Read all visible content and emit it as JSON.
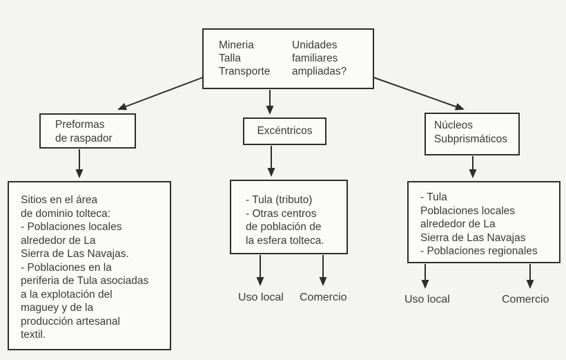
{
  "diagram": {
    "root": {
      "activities": "Mineria\nTalla\nTransporte",
      "question": "Unidades\nfamiliares\nampliadas?"
    },
    "products": {
      "preformas": "Preformas\nde raspador",
      "excentricos": "Excéntricos",
      "nucleos": "Núcleos\nSubprismáticos"
    },
    "destinations": {
      "sitios": "Sitios en el área\nde dominio tolteca:\n- Poblaciones locales\nalrededor de La\nSierra de Las Navajas.\n- Poblaciones en la\nperiferia de Tula asociadas\na la explotación del\nmaguey y de la\nproducción artesanal\ntextil.",
      "tributo": "- Tula (tributo)\n- Otras centros\nde población de\nla esfera tolteca.",
      "regional": "- Tula\nPoblaciones locales\nalrededor de La\nSierra de Las Navajas\n- Poblaciones regionales"
    },
    "outcomes": {
      "uso_local_mid": "Uso local",
      "comercio_mid": "Comercio",
      "uso_local_right": "Uso local",
      "comercio_right": "Comercio"
    },
    "colors": {
      "background": "#f4f4f3",
      "box_fill": "#fbfbfa",
      "border": "#2d2d2d",
      "text": "#3a3a3a"
    }
  }
}
